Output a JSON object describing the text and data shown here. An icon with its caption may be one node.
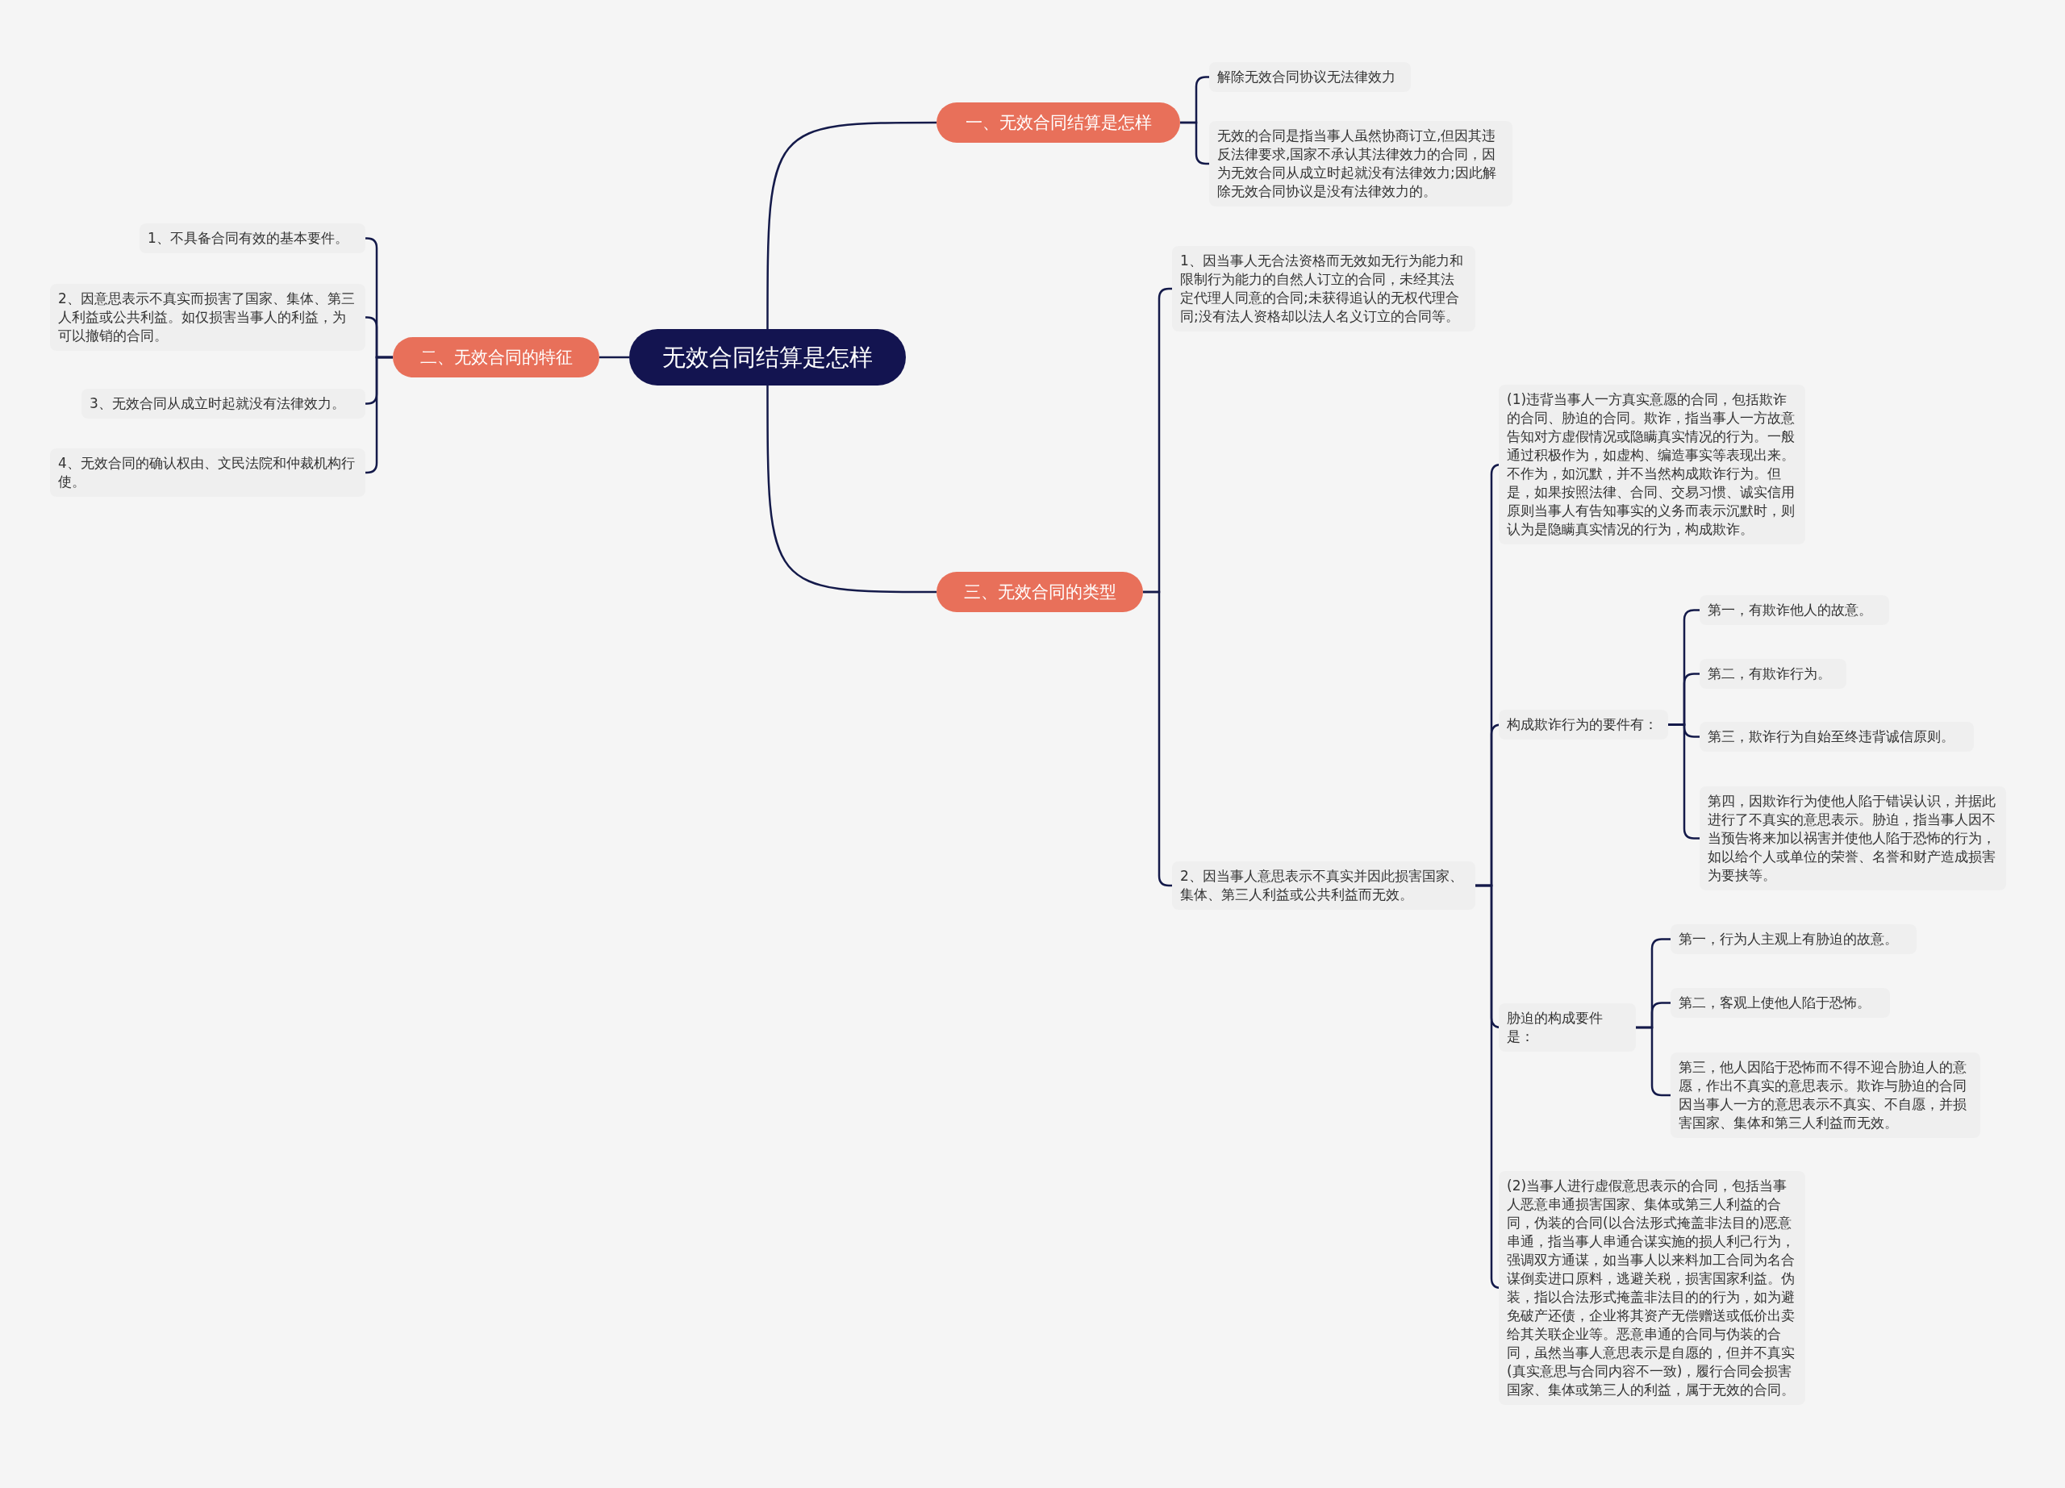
{
  "diagram": {
    "nodes": [
      {
        "text": [
          "无效合同结算是怎样"
        ]
      },
      {
        "text": [
          "一、无效合同结算是怎样"
        ]
      },
      {
        "text": [
          "解除无效合同协议无法律效力"
        ]
      },
      {
        "text": [
          "无效的合同是指当事人虽然协商订立,但因其违反法律要求,国家不承认其法律效力的合同，因为无效合同从成立时起就没有法律效力;因此解除无效合同协议是没有法律效力的。"
        ]
      },
      {
        "text": [
          "二、无效合同的特征"
        ]
      },
      {
        "text": [
          "1、不具备合同有效的基本要件。"
        ]
      },
      {
        "text": [
          "2、因意思表示不真实而损害了国家、集体、第三人利益或公共利益。如仅损害当事人的利益，为可以撤销的合同。"
        ]
      },
      {
        "text": [
          "3、无效合同从成立时起就没有法律效力。"
        ]
      },
      {
        "text": [
          "4、无效合同的确认权由、文民法院和仲裁机构行使。"
        ]
      },
      {
        "text": [
          "三、无效合同的类型"
        ]
      },
      {
        "text": [
          "1、因当事人无合法资格而无效如无行为能力和限制行为能力的自然人订立的合同，未经其法定代理人同意的合同;未获得追认的无权代理合同;没有法人资格却以法人名义订立的合同等。"
        ]
      },
      {
        "text": [
          "2、因当事人意思表示不真实并因此损害国家、集体、第三人利益或公共利益而无效。"
        ]
      },
      {
        "text": [
          "(1)违背当事人一方真实意愿的合同，包括欺诈的合同、胁迫的合同。欺诈，指当事人一方故意告知对方虚假情况或隐瞒真实情况的行为。一般通过积极作为，如虚构、编造事实等表现出来。不作为，如沉默，并不当然构成欺诈行为。但是，如果按照法律、合同、交易习惯、诚实信用原则当事人有告知事实的义务而表示沉默时，则认为是隐瞒真实情况的行为，构成欺诈。"
        ]
      },
      {
        "text": [
          "构成欺诈行为的要件有："
        ]
      },
      {
        "text": [
          "第一，有欺诈他人的故意。"
        ]
      },
      {
        "text": [
          "第二，有欺诈行为。"
        ]
      },
      {
        "text": [
          "第三，欺诈行为自始至终违背诚信原则。"
        ]
      },
      {
        "text": [
          "第四，因欺诈行为使他人陷于错误认识，并据此进行了不真实的意思表示。胁迫，指当事人因不当预告将来加以祸害并使他人陷于恐怖的行为，如以给个人或单位的荣誉、名誉和财产造成损害为要挟等。"
        ]
      },
      {
        "text": [
          "胁迫的构成要件是："
        ]
      },
      {
        "text": [
          "第一，行为人主观上有胁迫的故意。"
        ]
      },
      {
        "text": [
          "第二，客观上使他人陷于恐怖。"
        ]
      },
      {
        "text": [
          "第三，他人因陷于恐怖而不得不迎合胁迫人的意愿，作出不真实的意思表示。欺诈与胁迫的合同因当事人一方的意思表示不真实、不自愿，并损害国家、集体和第三人利益而无效。"
        ]
      },
      {
        "text": [
          "(2)当事人进行虚假意思表示的合同，包括当事人恶意串通损害国家、集体或第三人利益的合同，伪装的合同(以合法形式掩盖非法目的)恶意串通，指当事人串通合谋实施的损人利己行为，强调双方通谋，如当事人以来料加工合同为名合谋倒卖进口原料，逃避关税，损害国家利益。伪装，指以合法形式掩盖非法目的的行为，如为避免破产还债，企业将其资产无偿赠送或低价出卖给其关联企业等。恶意串通的合同与伪装的合同，虽然当事人意思表示是自愿的，但并不真实(真实意思与合同内容不一致)，履行合同会损害国家、集体或第三人的利益，属于无效的合同。"
        ]
      }
    ],
    "edges": [
      {
        "from": 0,
        "to": 1,
        "arrow": "none"
      },
      {
        "from": 1,
        "to": 2,
        "arrow": "none"
      },
      {
        "from": 1,
        "to": 3,
        "arrow": "none"
      },
      {
        "from": 0,
        "to": 4,
        "arrow": "none"
      },
      {
        "from": 4,
        "to": 5,
        "arrow": "none"
      },
      {
        "from": 4,
        "to": 6,
        "arrow": "none"
      },
      {
        "from": 4,
        "to": 7,
        "arrow": "none"
      },
      {
        "from": 4,
        "to": 8,
        "arrow": "none"
      },
      {
        "from": 0,
        "to": 9,
        "arrow": "none"
      },
      {
        "from": 9,
        "to": 10,
        "arrow": "none"
      },
      {
        "from": 9,
        "to": 11,
        "arrow": "none"
      },
      {
        "from": 11,
        "to": 12,
        "arrow": "none"
      },
      {
        "from": 11,
        "to": 13,
        "arrow": "none"
      },
      {
        "from": 13,
        "to": 14,
        "arrow": "none"
      },
      {
        "from": 13,
        "to": 15,
        "arrow": "none"
      },
      {
        "from": 13,
        "to": 16,
        "arrow": "none"
      },
      {
        "from": 13,
        "to": 17,
        "arrow": "none"
      },
      {
        "from": 11,
        "to": 18,
        "arrow": "none"
      },
      {
        "from": 18,
        "to": 19,
        "arrow": "none"
      },
      {
        "from": 18,
        "to": 20,
        "arrow": "none"
      },
      {
        "from": 18,
        "to": 21,
        "arrow": "none"
      },
      {
        "from": 11,
        "to": 22,
        "arrow": "none"
      }
    ]
  }
}
